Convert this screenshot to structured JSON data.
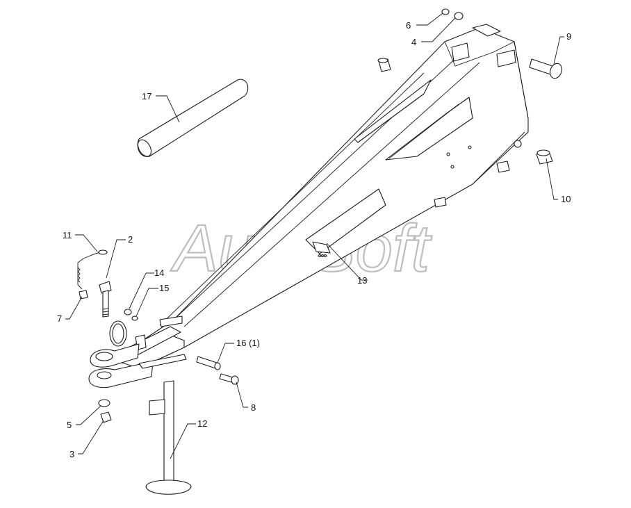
{
  "watermark": "AutoSoft",
  "callouts": [
    {
      "id": "c6",
      "label": "6"
    },
    {
      "id": "c4",
      "label": "4"
    },
    {
      "id": "c9",
      "label": "9"
    },
    {
      "id": "c17",
      "label": "17"
    },
    {
      "id": "c10",
      "label": "10"
    },
    {
      "id": "c11",
      "label": "11"
    },
    {
      "id": "c2",
      "label": "2"
    },
    {
      "id": "c14",
      "label": "14"
    },
    {
      "id": "c15",
      "label": "15"
    },
    {
      "id": "c7",
      "label": "7"
    },
    {
      "id": "c13",
      "label": "13"
    },
    {
      "id": "c16",
      "label": "16 (1)"
    },
    {
      "id": "c8",
      "label": "8"
    },
    {
      "id": "c5",
      "label": "5"
    },
    {
      "id": "c3",
      "label": "3"
    },
    {
      "id": "c12",
      "label": "12"
    }
  ]
}
